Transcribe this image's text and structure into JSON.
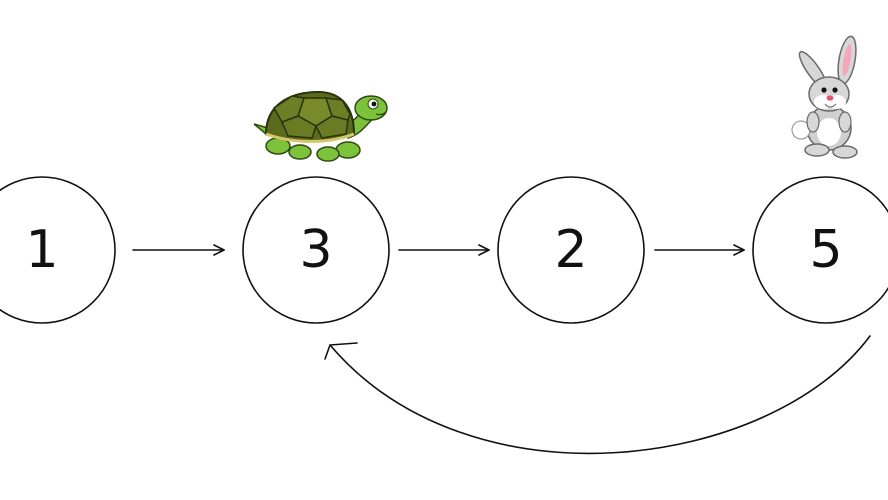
{
  "nodes": [
    {
      "id": "n1",
      "label": "1"
    },
    {
      "id": "n2",
      "label": "3"
    },
    {
      "id": "n3",
      "label": "2"
    },
    {
      "id": "n4",
      "label": "5"
    }
  ],
  "edges": [
    {
      "from": "n1",
      "to": "n2"
    },
    {
      "from": "n2",
      "to": "n3"
    },
    {
      "from": "n3",
      "to": "n4"
    },
    {
      "from": "n4",
      "to": "n2",
      "type": "cycle-back"
    }
  ],
  "characters": [
    {
      "icon": "tortoise-icon",
      "at_node": "n2"
    },
    {
      "icon": "hare-icon",
      "at_node": "n4"
    }
  ],
  "colors": {
    "line": "#111111",
    "turtle_shell": "#5a6b1e",
    "turtle_skin": "#7cc23a",
    "rabbit_fur": "#c9c9c9"
  }
}
